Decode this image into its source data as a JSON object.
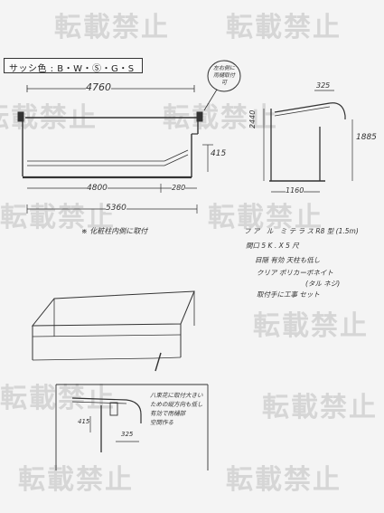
{
  "header": {
    "sash_color_label": "サッシ色 : B・W・Ⓢ・G・S"
  },
  "watermark": {
    "text": "転載禁止"
  },
  "front_view": {
    "dim_top_width": "4760",
    "dim_bottom_width": "4800",
    "dim_bottom_offset": "280",
    "dim_overall_width": "5360",
    "dim_height_step": "415",
    "balloon_note": "左右側に\n雨樋取付\n可"
  },
  "side_view": {
    "dim_top": "325",
    "dim_height_left": "2440",
    "dim_height_right": "1885",
    "dim_bottom_depth": "1160"
  },
  "notes": {
    "caption_below_front": "※ 化粧柱内側に取付",
    "spec_lines": [
      "フ ア　ル　ミ テ ラ ス R8 型 (1.5m)",
      "間口 5 K . X 5 尺",
      "目隠 有効 天柱も低し",
      "クリア ポリカーボネイト",
      "(タル ネジ)",
      "取付手に工事 セット"
    ]
  },
  "detail": {
    "dim_left": "415",
    "dim_bottom": "325",
    "note": "八束花に取付大きい\nための縦方向も低し\n有効で雨樋部\n空間作る"
  }
}
